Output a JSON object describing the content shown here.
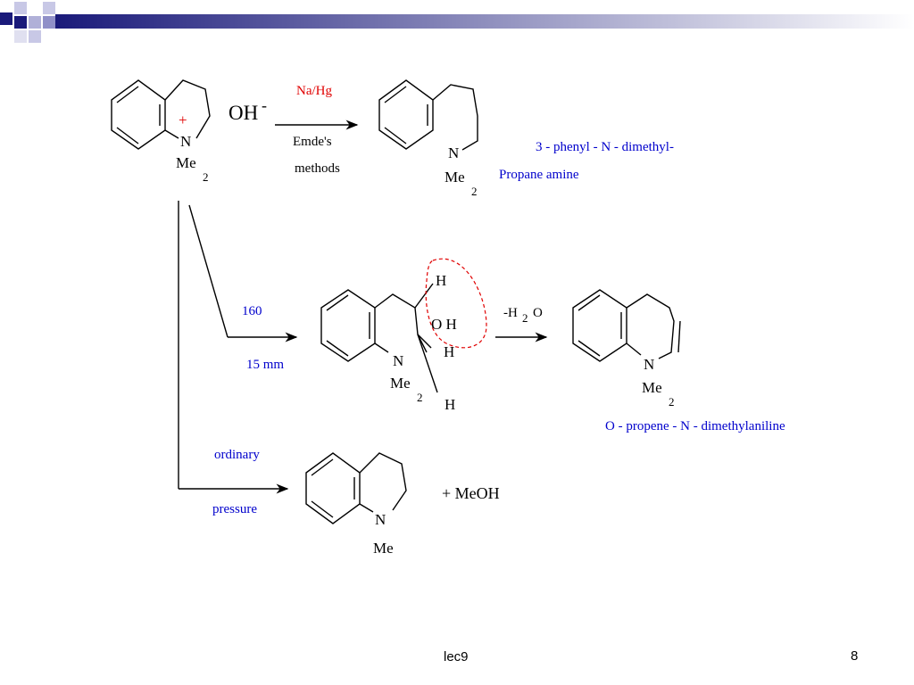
{
  "colors": {
    "accent": "#e00000",
    "label": "#0000cc",
    "ink": "#000000",
    "header_gradient_start": "#1a1a7a",
    "header_gradient_end": "#ffffff"
  },
  "reactant": {
    "charge": "+",
    "nitrogen": "N",
    "substituent": "Me",
    "substituent_subscript": "2",
    "hydroxide": "OH",
    "hydroxide_charge": "-"
  },
  "emde": {
    "reagent": "Na/Hg",
    "method_line1": "Emde's",
    "method_line2": "methods"
  },
  "product1": {
    "nitrogen": "N",
    "substituent": "Me",
    "substituent_subscript": "2",
    "name_line1": "3 - phenyl - N - dimethyl-",
    "name_line2": "Propane amine"
  },
  "heat_branch": {
    "temperature": "160",
    "pressure": "15 mm",
    "intermediate": {
      "h_top": "H",
      "oh": "O H",
      "h_mid": "H",
      "h_bottom": "H",
      "nitrogen": "N",
      "substituent": "Me",
      "substituent_subscript": "2"
    },
    "elimination": {
      "prefix": "-H",
      "subscript": "2",
      "suffix": "O"
    },
    "product": {
      "nitrogen": "N",
      "substituent": "Me",
      "substituent_subscript": "2",
      "name": "O - propene - N - dimethylaniline"
    }
  },
  "ordinary_branch": {
    "condition_line1": "ordinary",
    "condition_line2": "pressure",
    "nitrogen": "N",
    "substituent": "Me",
    "byproduct": "+ MeOH"
  },
  "footer": {
    "center": "lec9",
    "page_number": "8"
  }
}
